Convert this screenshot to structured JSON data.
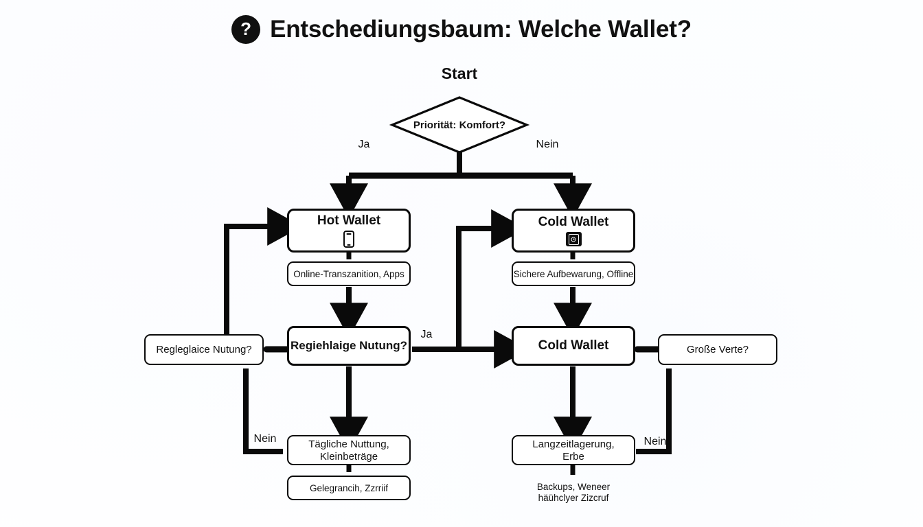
{
  "header": {
    "icon": "question-mark-circle-icon",
    "title": "Entschediungsbaum: Welche Wallet?"
  },
  "diagram": {
    "type": "decision-tree",
    "start_label": "Start",
    "root_question": "Priorität: Komfort?",
    "branch_labels": {
      "yes": "Ja",
      "no": "Nein",
      "left_reuse": "Ja",
      "left_no": "Nein",
      "right_no": "Nein"
    },
    "nodes": {
      "hot_wallet": {
        "title": "Hot Wallet",
        "icon": "smartphone-icon"
      },
      "hot_wallet_desc": "Online-Transzanition, Apps",
      "cold_wallet_top": {
        "title": "Cold Wallet",
        "icon": "safe-vault-icon"
      },
      "cold_wallet_top_desc": "Sichere Aufbewarung, Offline",
      "left_question": "Regleglaice Nutung?",
      "mid_question": "Regiehlaige Nutung?",
      "cold_wallet_result": "Cold Wallet",
      "right_question": "Große Verte?",
      "daily_use": "Tägliche Nuttung,\nKleinbeträge",
      "daily_use_line1": "Tägliche Nuttung,",
      "daily_use_line2": "Kleinbeträge",
      "daily_use_desc": "Gelegrancih, Zzrriif",
      "longterm": "Langzeitlagerung,\nErbe",
      "longterm_line1": "Langzeitlagerung,",
      "longterm_line2": "Erbe",
      "longterm_desc_line1": "Backups, Weneer",
      "longterm_desc_line2": "häühclyer Zizcruf"
    },
    "colors": {
      "stroke": "#0a0a0a",
      "text": "#111111",
      "background": "#fdfdff",
      "icon_fill": "#101010"
    }
  }
}
